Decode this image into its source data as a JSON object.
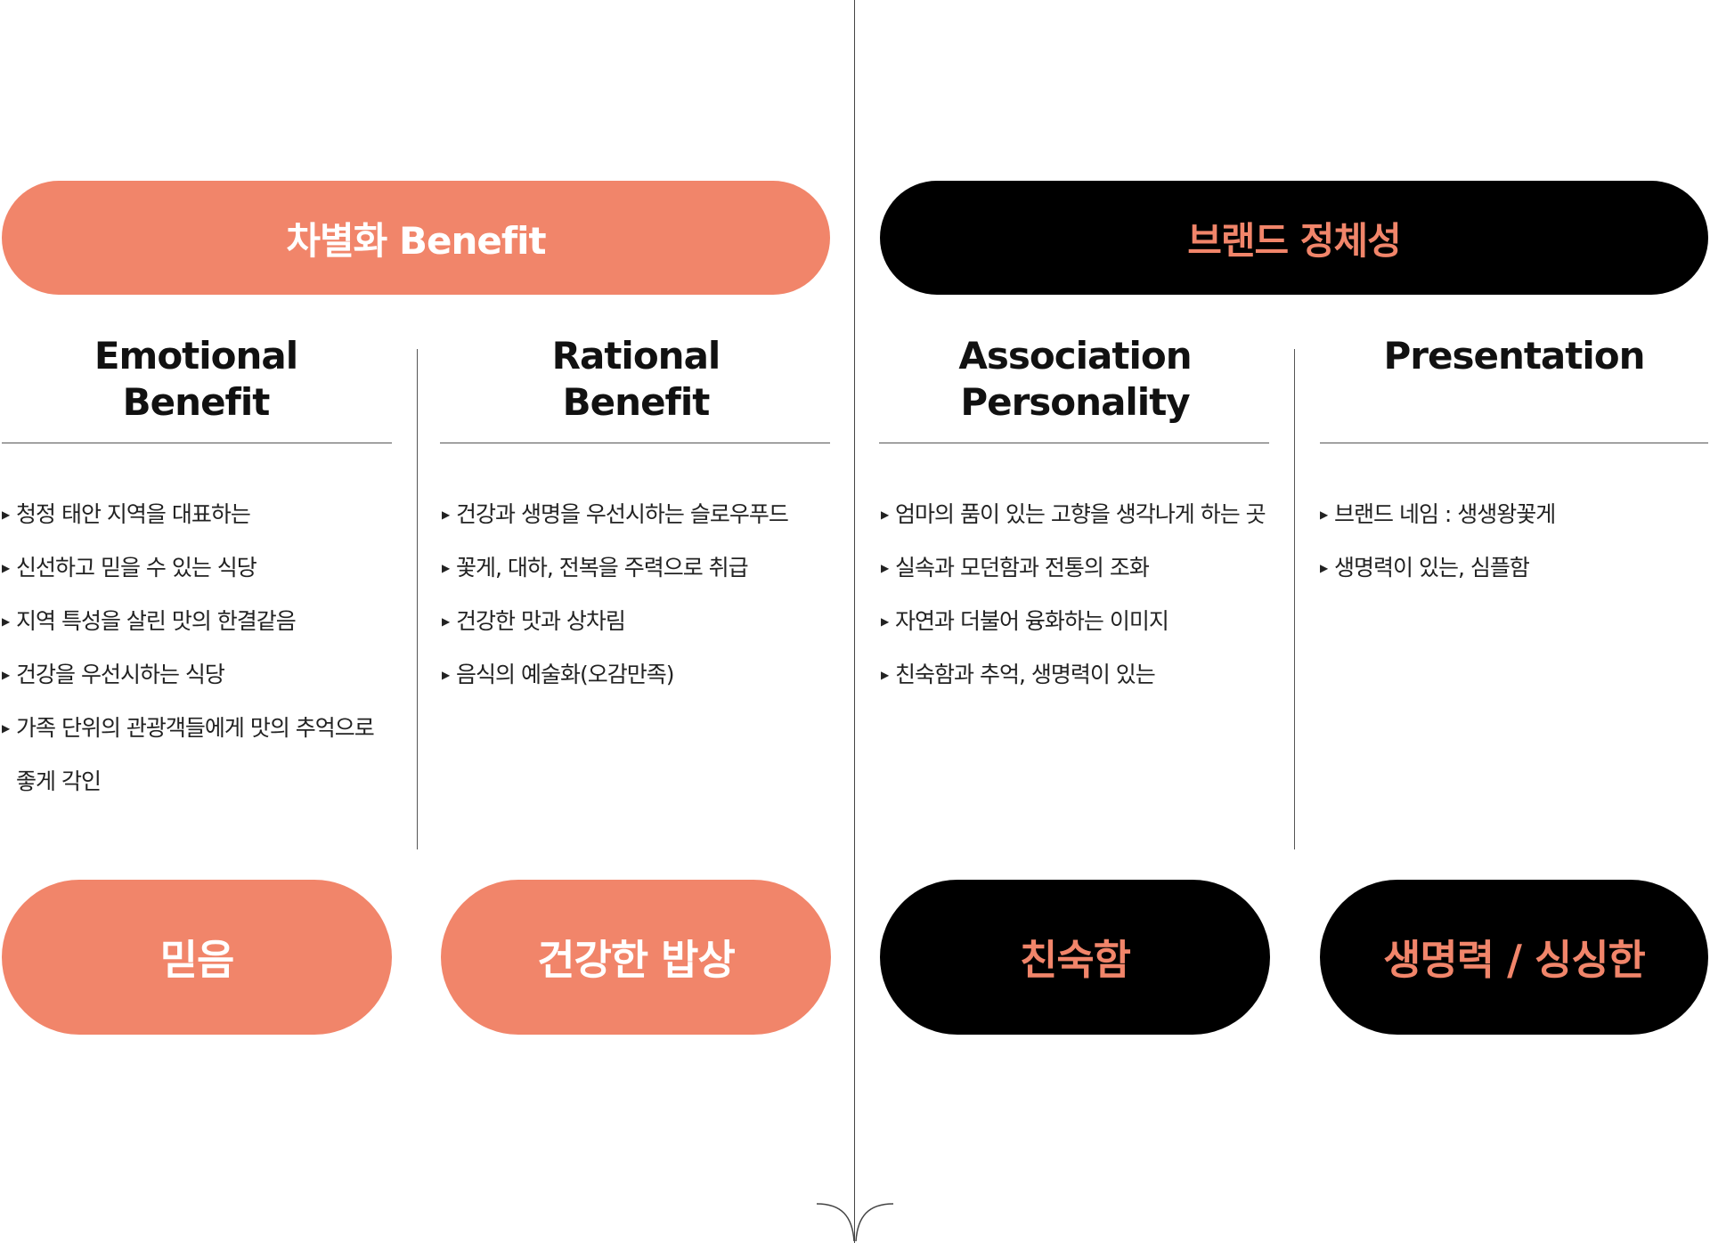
{
  "top_pills": {
    "left": "차별화 Benefit",
    "right": "브랜드 정체성"
  },
  "columns": [
    {
      "title_line1": "Emotional",
      "title_line2": "Benefit",
      "items": [
        "청정 태안 지역을 대표하는",
        "신선하고 믿을 수 있는 식당",
        "지역 특성을 살린 맛의 한결같음",
        "건강을 우선시하는 식당",
        "가족 단위의 관광객들에게 맛의 추억으로",
        "좋게 각인"
      ],
      "keyword": "믿음"
    },
    {
      "title_line1": "Rational",
      "title_line2": "Benefit",
      "items": [
        "건강과 생명을 우선시하는 슬로우푸드",
        "꽃게, 대하, 전복을 주력으로 취급",
        "건강한 맛과 상차림",
        "음식의 예술화(오감만족)"
      ],
      "keyword": "건강한 밥상"
    },
    {
      "title_line1": "Association",
      "title_line2": "Personality",
      "items": [
        "엄마의 품이 있는 고향을 생각나게 하는 곳",
        "실속과 모던함과 전통의 조화",
        "자연과 더불어 융화하는 이미지",
        "친숙함과 추억, 생명력이 있는"
      ],
      "keyword": "친숙함"
    },
    {
      "title_line1": "Presentation",
      "title_line2": "",
      "items": [
        "브랜드 네임 : 생생왕꽃게",
        "생명력이 있는, 심플함"
      ],
      "keyword": "생명력 / 싱싱한"
    }
  ],
  "colors": {
    "accent": "#f1856a",
    "dark": "#000000"
  },
  "icons": {
    "bullet": "triangle-bullet-icon",
    "bottom": "branch-arrow-icon"
  }
}
